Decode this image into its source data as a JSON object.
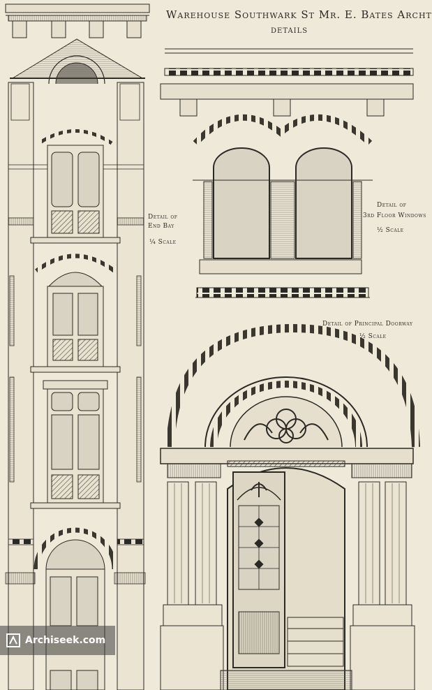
{
  "sheet": {
    "title": "Warehouse Southwark St   Mr. E. Bates Archt",
    "subtitle": "DETAILS"
  },
  "captions": {
    "end_bay": [
      "Detail of",
      "End Bay",
      "¼ Scale"
    ],
    "third_floor_windows": [
      "Detail of",
      "3rd Floor Windows",
      "½ Scale"
    ],
    "principal_doorway": [
      "Detail of Principal Doorway",
      "½ Scale"
    ]
  },
  "watermark": {
    "text": "Archiseek.com",
    "icon": "archiseek-logo-icon"
  },
  "colors": {
    "paper": "#efe9da",
    "ink": "#2b2924",
    "hatch": "#6e685c",
    "glass": "#d9d3c4",
    "watermark_bg": "#3c3c3c"
  }
}
